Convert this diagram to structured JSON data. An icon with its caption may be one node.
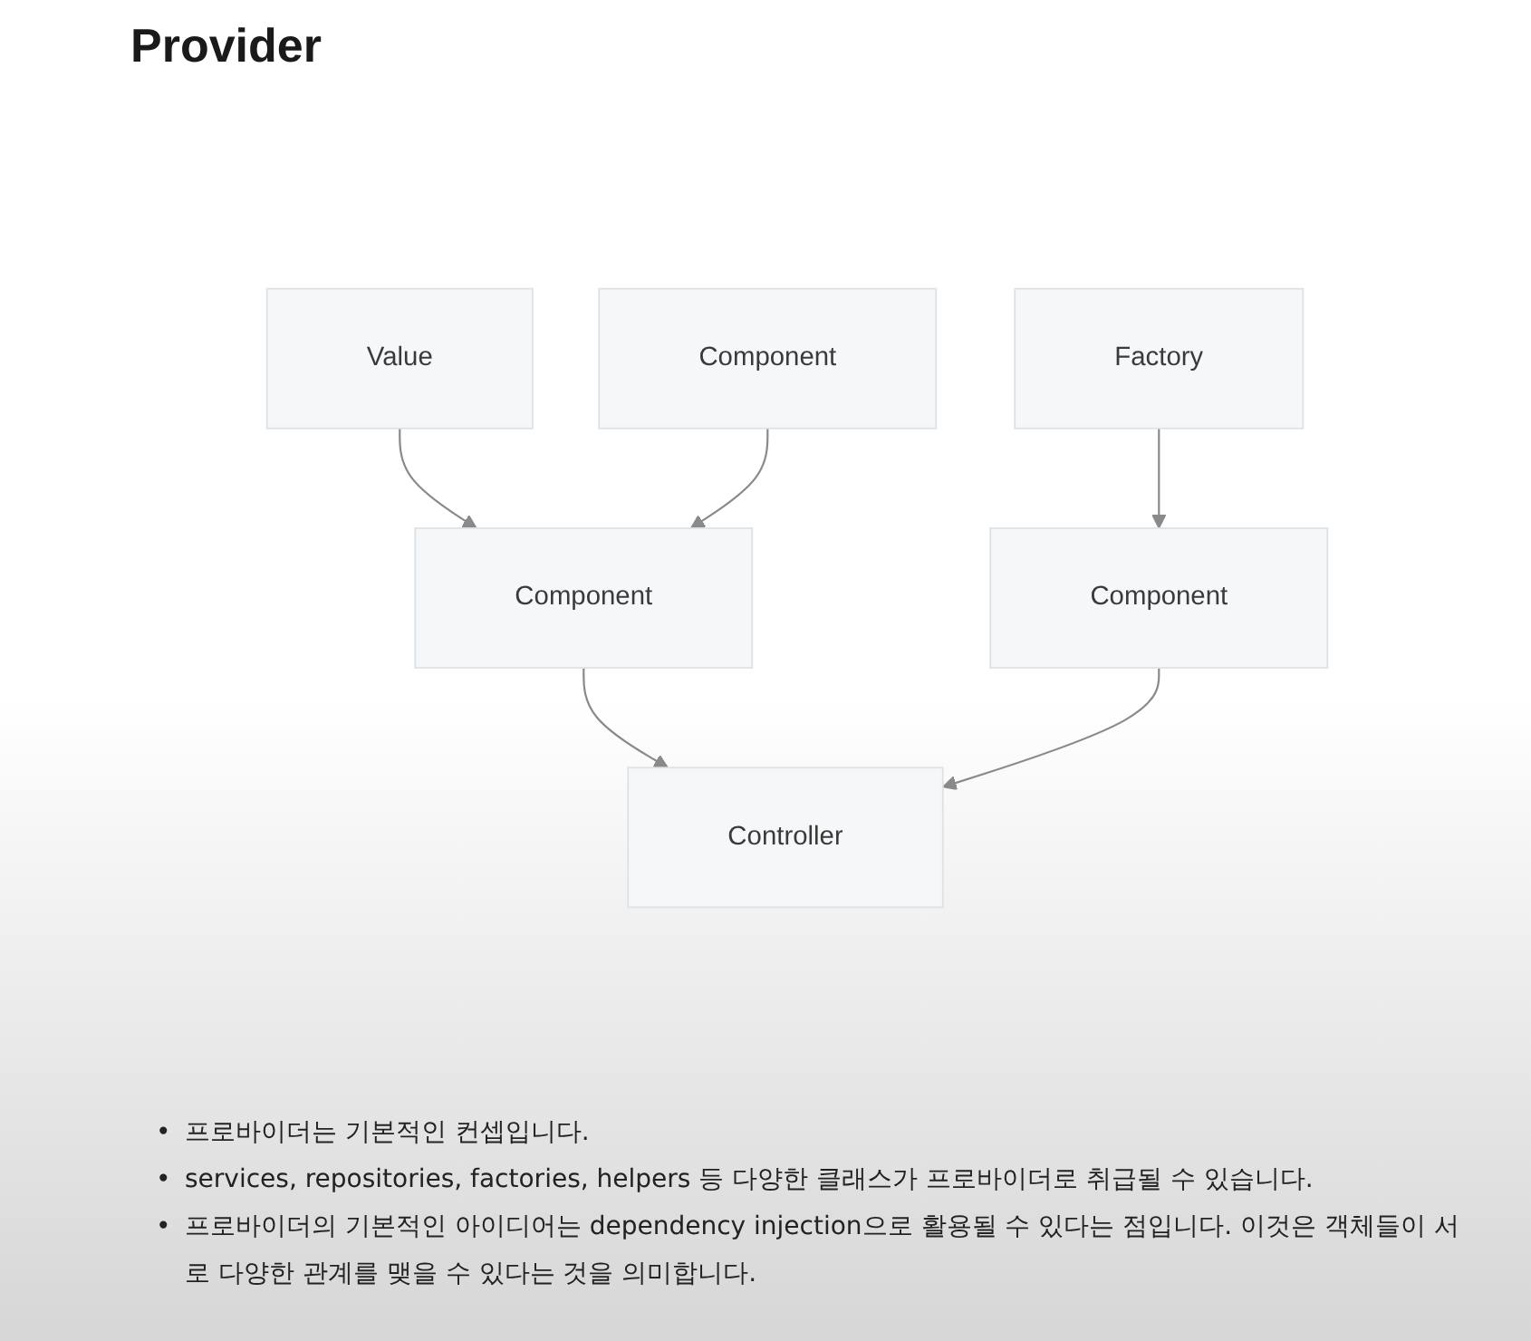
{
  "diagram": {
    "title": "Provider",
    "nodes": [
      {
        "text": [
          "Value"
        ]
      },
      {
        "text": [
          "Component"
        ]
      },
      {
        "text": [
          "Factory"
        ]
      },
      {
        "text": [
          "Component"
        ]
      },
      {
        "text": [
          "Component"
        ]
      },
      {
        "text": [
          "Controller"
        ]
      }
    ],
    "edges": [
      {
        "from": 0,
        "to": 3,
        "arrow": "to"
      },
      {
        "from": 1,
        "to": 3,
        "arrow": "to"
      },
      {
        "from": 2,
        "to": 4,
        "arrow": "to"
      },
      {
        "from": 3,
        "to": 5,
        "arrow": "to"
      },
      {
        "from": 4,
        "to": 5,
        "arrow": "to"
      }
    ],
    "labels": [
      "•",
      "프로바이더는 기본적인 컨셉입니다.",
      "•",
      "services, repositories, factories, helpers 등 다양한 클래스가 프로바이더로 취급될 수 있습니다.",
      "•",
      "프로바이더의 기본적인 아이디어는 dependency injection으로 활용될 수 있다는 점입니다. 이것은 객체들이 서로 다양한 관계를 맺을 수 있다는 것을 의미합니다."
    ]
  }
}
